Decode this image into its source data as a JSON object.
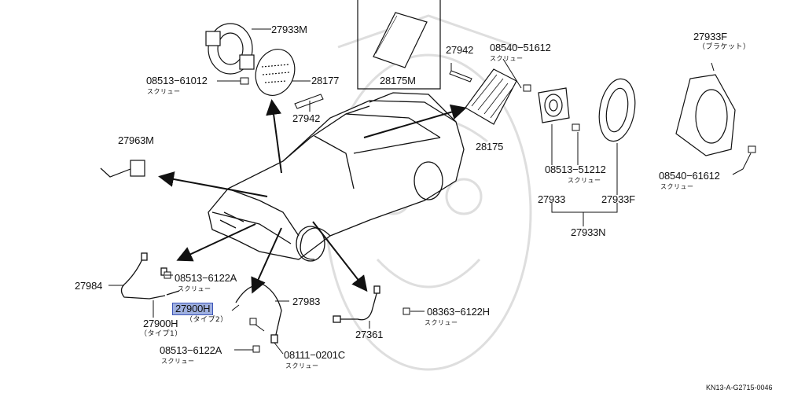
{
  "colors": {
    "line": "#111111",
    "highlight_fill": "#9fb0e0",
    "highlight_border": "#3d55b8",
    "watermark": "#d8d8d8"
  },
  "labels": {
    "p27933M": "27933M",
    "p08513_61012": "08513−61012",
    "p28177": "28177",
    "p27942_top": "27942",
    "p28175M": "28175M",
    "p27942_mid": "27942",
    "p08540_51612": "08540−51612",
    "p27933F_top": "27933F",
    "bracket_note": "（ブラケット）",
    "p27963M": "27963M",
    "p28175": "28175",
    "p08513_51212": "08513−51212",
    "p27933": "27933",
    "p27933F": "27933F",
    "p08540_61612": "08540−61612",
    "p27933N": "27933N",
    "p27984": "27984",
    "p08513_6122A_top": "08513−6122A",
    "p27983": "27983",
    "p27900H_selected": "27900H",
    "type2_note": "（タイプ2）",
    "p27900H": "27900H",
    "type1_note": "（タイプ1）",
    "p08363_6122H": "08363−6122H",
    "p27361": "27361",
    "p08513_6122A_bot": "08513−6122A",
    "p08111_0201C": "08111−0201C",
    "screw": "スクリュー",
    "footer_code": "KN13-A-G2715-0046"
  }
}
